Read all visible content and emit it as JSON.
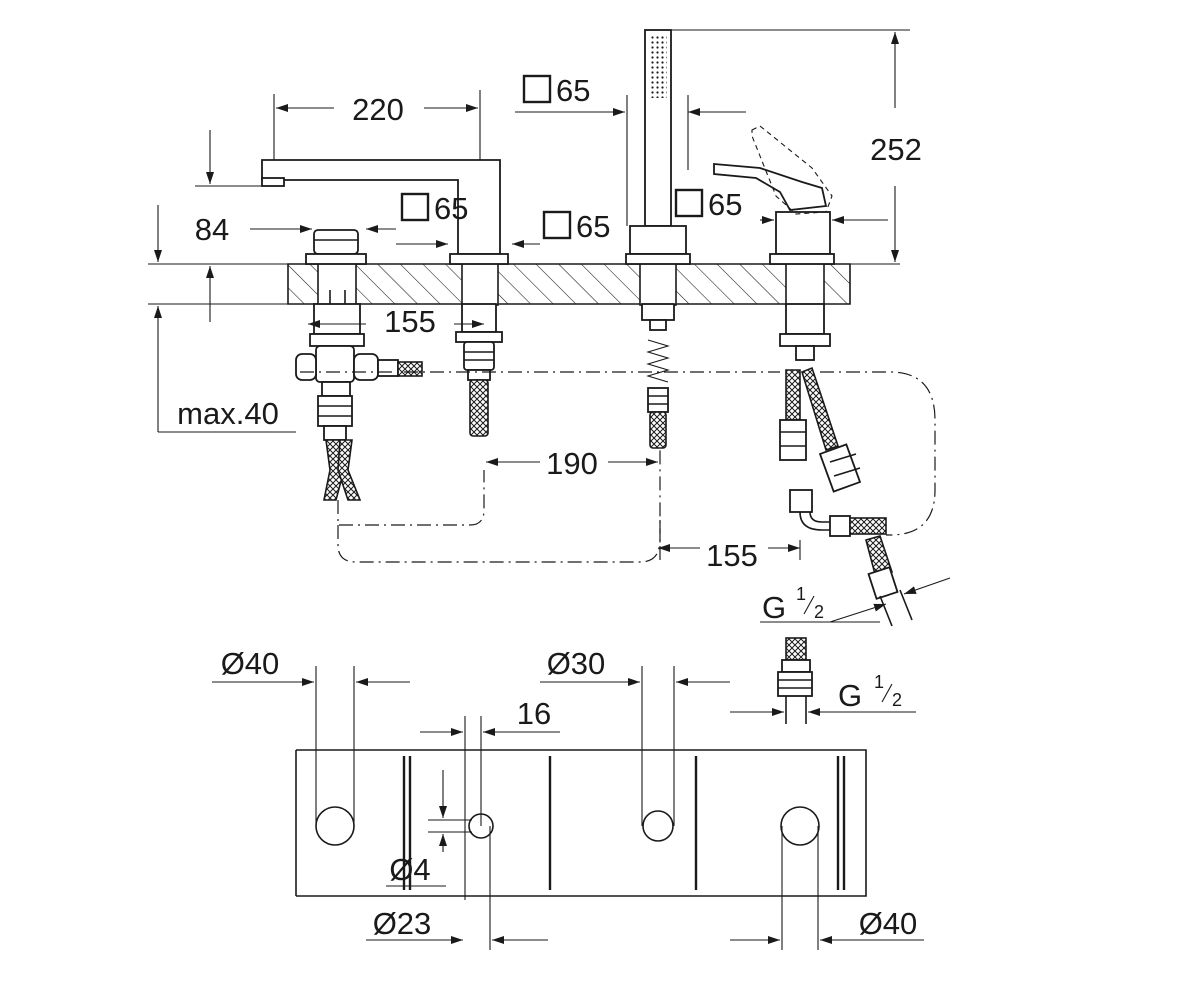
{
  "dimensions": {
    "spout_reach": "220",
    "spout_height": "84",
    "deck_thickness_max": "max.40",
    "handshower_square": "65",
    "spout_square": "65",
    "valve_left_square": "65",
    "valve_right_square": "65",
    "total_height": "252",
    "spacing_left": "155",
    "spacing_mid": "190",
    "spacing_right": "155",
    "hose_thread_upper": {
      "prefix": "G ",
      "num": "1",
      "den": "2"
    },
    "hose_thread_lower": {
      "prefix": "G ",
      "num": "1",
      "den": "2"
    },
    "hole_left": "Ø40",
    "hole_mid": "Ø30",
    "hole_right": "Ø40",
    "hole_small": "Ø23",
    "pin": "Ø4",
    "offset": "16"
  }
}
